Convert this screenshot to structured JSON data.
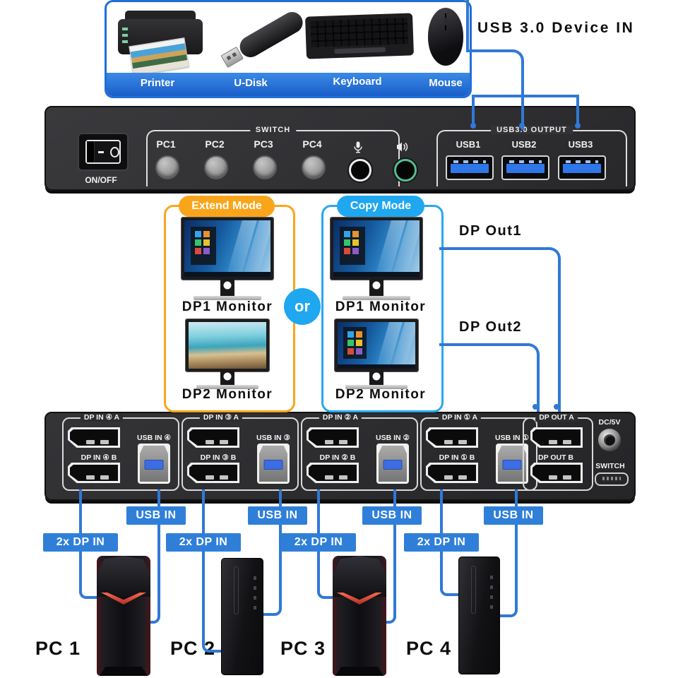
{
  "device_box": {
    "items": [
      {
        "label": "Printer"
      },
      {
        "label": "U-Disk"
      },
      {
        "label": "Keyboard"
      },
      {
        "label": "Mouse"
      }
    ]
  },
  "usb_device_in_label": "USB 3.0 Device IN",
  "front_panel": {
    "power_label": "ON/OFF",
    "switch_group_label": "SWITCH",
    "pc_buttons": [
      {
        "label": "PC1"
      },
      {
        "label": "PC2"
      },
      {
        "label": "PC3"
      },
      {
        "label": "PC4"
      }
    ],
    "usb_output_group_label": "USB3.0 OUTPUT",
    "usb_ports": [
      {
        "label": "USB1"
      },
      {
        "label": "USB2"
      },
      {
        "label": "USB3"
      }
    ]
  },
  "modes": {
    "extend": {
      "title": "Extend Mode",
      "monitor1_label": "DP1 Monitor",
      "monitor2_label": "DP2 Monitor"
    },
    "copy": {
      "title": "Copy Mode",
      "monitor1_label": "DP1 Monitor",
      "monitor2_label": "DP2 Monitor"
    },
    "or_label": "or"
  },
  "outputs": {
    "dp_out1_label": "DP Out1",
    "dp_out2_label": "DP Out2"
  },
  "rear_panel": {
    "groups": [
      {
        "dp_a": "DP IN ④ A",
        "usb": "USB IN ④",
        "dp_b": "DP IN ④ B"
      },
      {
        "dp_a": "DP IN ③ A",
        "usb": "USB IN ③",
        "dp_b": "DP IN ③ B"
      },
      {
        "dp_a": "DP IN ② A",
        "usb": "USB IN ②",
        "dp_b": "DP IN ② B"
      },
      {
        "dp_a": "DP IN ① A",
        "usb": "USB IN ①",
        "dp_b": "DP IN ① B"
      }
    ],
    "dp_out_a": "DP OUT A",
    "dp_out_b": "DP OUT B",
    "dc_label": "DC/5V",
    "switch_label": "SWITCH"
  },
  "connections": {
    "usb_in_label": "USB IN",
    "dp_in_label": "2x DP IN"
  },
  "pcs": [
    {
      "label": "PC 1"
    },
    {
      "label": "PC 2"
    },
    {
      "label": "PC 3"
    },
    {
      "label": "PC 4"
    }
  ],
  "colors": {
    "accent_blue": "#2f7fd9",
    "sky_blue": "#1fa7f0",
    "orange": "#f9a51b",
    "line_blue": "#3079d6",
    "panel_dark": "#2e2e31"
  }
}
